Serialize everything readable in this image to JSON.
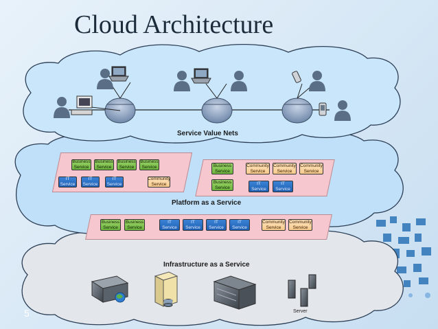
{
  "title": "Cloud Architecture",
  "slide_number": "5",
  "layers": {
    "svn": "Service Value Nets",
    "paas": "Platform as a Service",
    "iaas": "Infrastructure as a Service"
  },
  "labels": {
    "business": "Business\nService",
    "it": "IT\nService",
    "community": "Community\nService",
    "server": "Server"
  },
  "colors": {
    "cloud_top": "#c9e6fb",
    "cloud_mid": "#bfe0f8",
    "cloud_bottom": "#e2e6ea",
    "business": "#7ac143",
    "it": "#2a6fc4",
    "community": "#fbd7a8",
    "panel": "#f6c7cf"
  }
}
